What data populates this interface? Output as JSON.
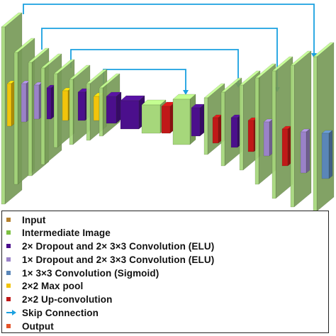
{
  "colors": {
    "input": "#b5812e",
    "intermediate": "#7dc142",
    "dropout2": "#4b0f8c",
    "dropout1": "#9a82c8",
    "sigmoid": "#5a86b8",
    "maxpool": "#f2c40c",
    "upconv": "#c01818",
    "skip": "#1aa0e0",
    "output": "#e5542a",
    "slab_front": "#a6d77b",
    "slab_edge": "#5f9a2e"
  },
  "legend": {
    "items": [
      {
        "label": "Input",
        "color": "#b5812e",
        "icon": "square"
      },
      {
        "label": "Intermediate Image",
        "color": "#7dc142",
        "icon": "square"
      },
      {
        "label": "2×  Dropout and 2×  3×3 Convolution (ELU)",
        "color": "#4b0f8c",
        "icon": "square"
      },
      {
        "label": "1×  Dropout and 2×  3×3 Convolution (ELU)",
        "color": "#9a82c8",
        "icon": "square"
      },
      {
        "label": "1×  3×3 Convolution (Sigmoid)",
        "color": "#5a86b8",
        "icon": "square"
      },
      {
        "label": "2×2 Max pool",
        "color": "#f2c40c",
        "icon": "square"
      },
      {
        "label": "2×2 Up-convolution",
        "color": "#c01818",
        "icon": "square"
      },
      {
        "label": "Skip Connection",
        "color": "#1aa0e0",
        "icon": "arrow-right-icon"
      },
      {
        "label": "Output",
        "color": "#e5542a",
        "icon": "square"
      }
    ]
  }
}
